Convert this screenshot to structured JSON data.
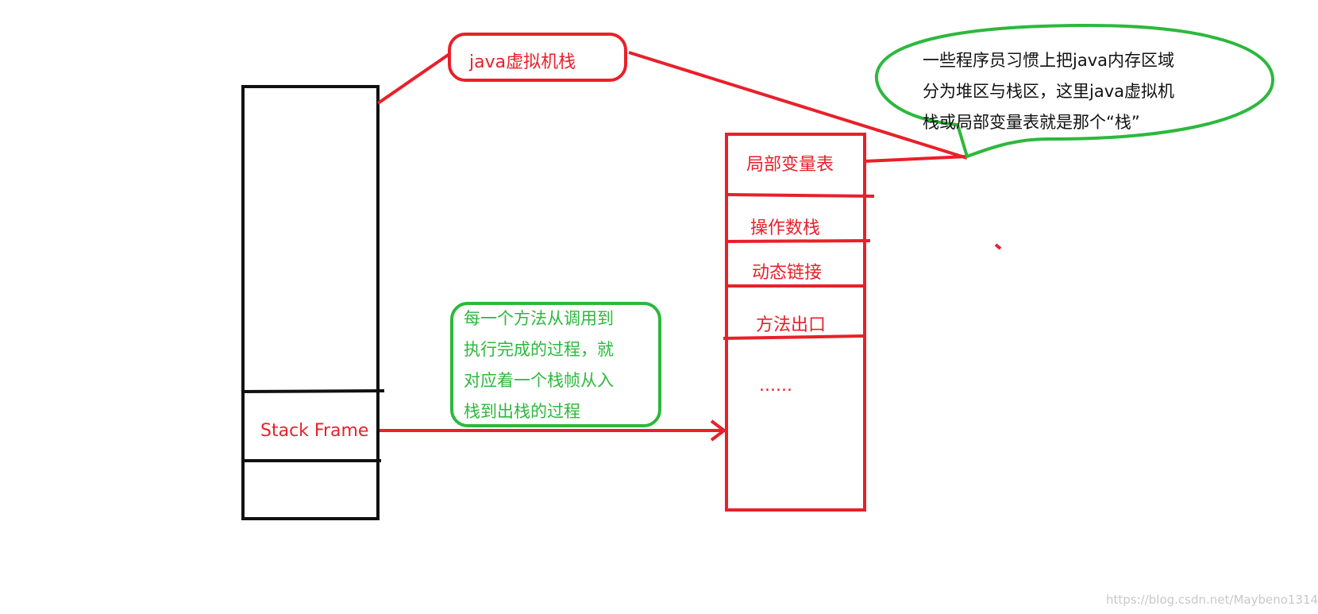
{
  "labels": {
    "jvm_stack": "java虚拟机栈",
    "stack_frame": "Stack Frame",
    "local_vars": "局部变量表",
    "operand_stack": "操作数栈",
    "dynamic_link": "动态链接",
    "method_exit": "方法出口",
    "ellipsis": "......"
  },
  "method_note": {
    "lines": [
      "每一个方法从调用到",
      "执行完成的过程，就",
      "对应着一个栈帧从入",
      "栈到出栈的过程"
    ]
  },
  "heap_stack_note": {
    "lines": [
      "一些程序员习惯上把java内存区域",
      "分为堆区与栈区，这里java虚拟机",
      "栈或局部变量表就是那个“栈”"
    ]
  },
  "watermark": "https://blog.csdn.net/Maybeno1314",
  "colors": {
    "red": "#e8202a",
    "green": "#2db83d",
    "black": "#111111"
  }
}
